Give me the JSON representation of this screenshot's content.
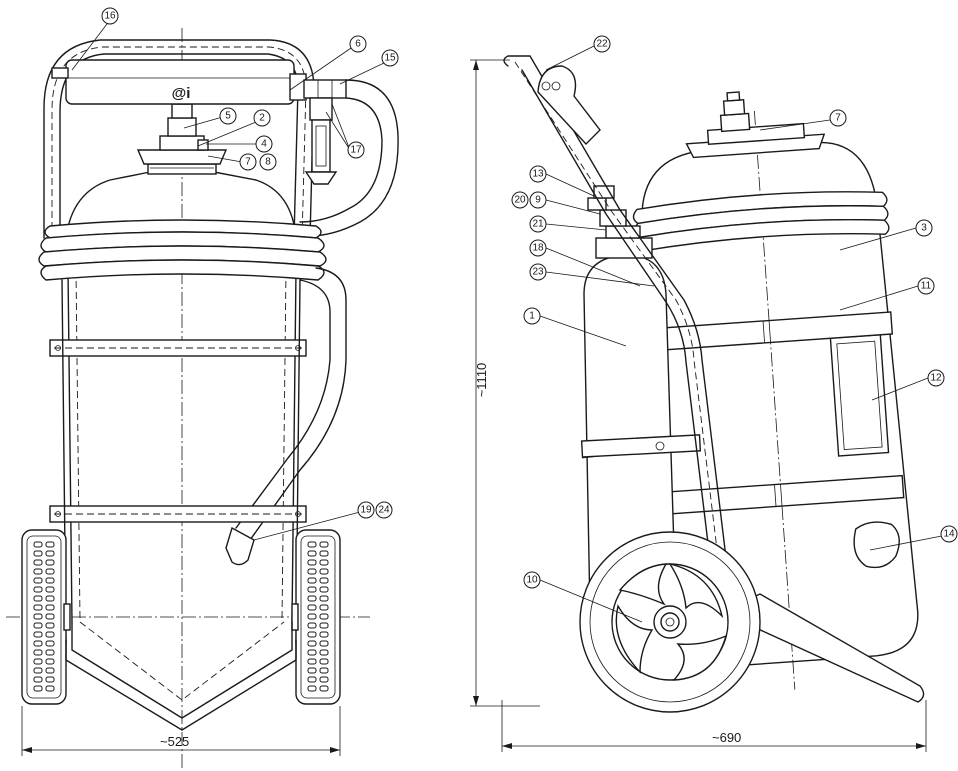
{
  "dimensions": {
    "width_label": "~525",
    "depth_label": "~690",
    "height_label": "~1110"
  },
  "front_mark": "@i",
  "callouts": {
    "front_view": [
      "16",
      "6",
      "15",
      "5",
      "2",
      "4",
      "7",
      "8",
      "17",
      "19",
      "24"
    ],
    "side_view": [
      "22",
      "7",
      "13",
      "20",
      "9",
      "21",
      "3",
      "18",
      "23",
      "11",
      "1",
      "12",
      "10",
      "14"
    ]
  }
}
